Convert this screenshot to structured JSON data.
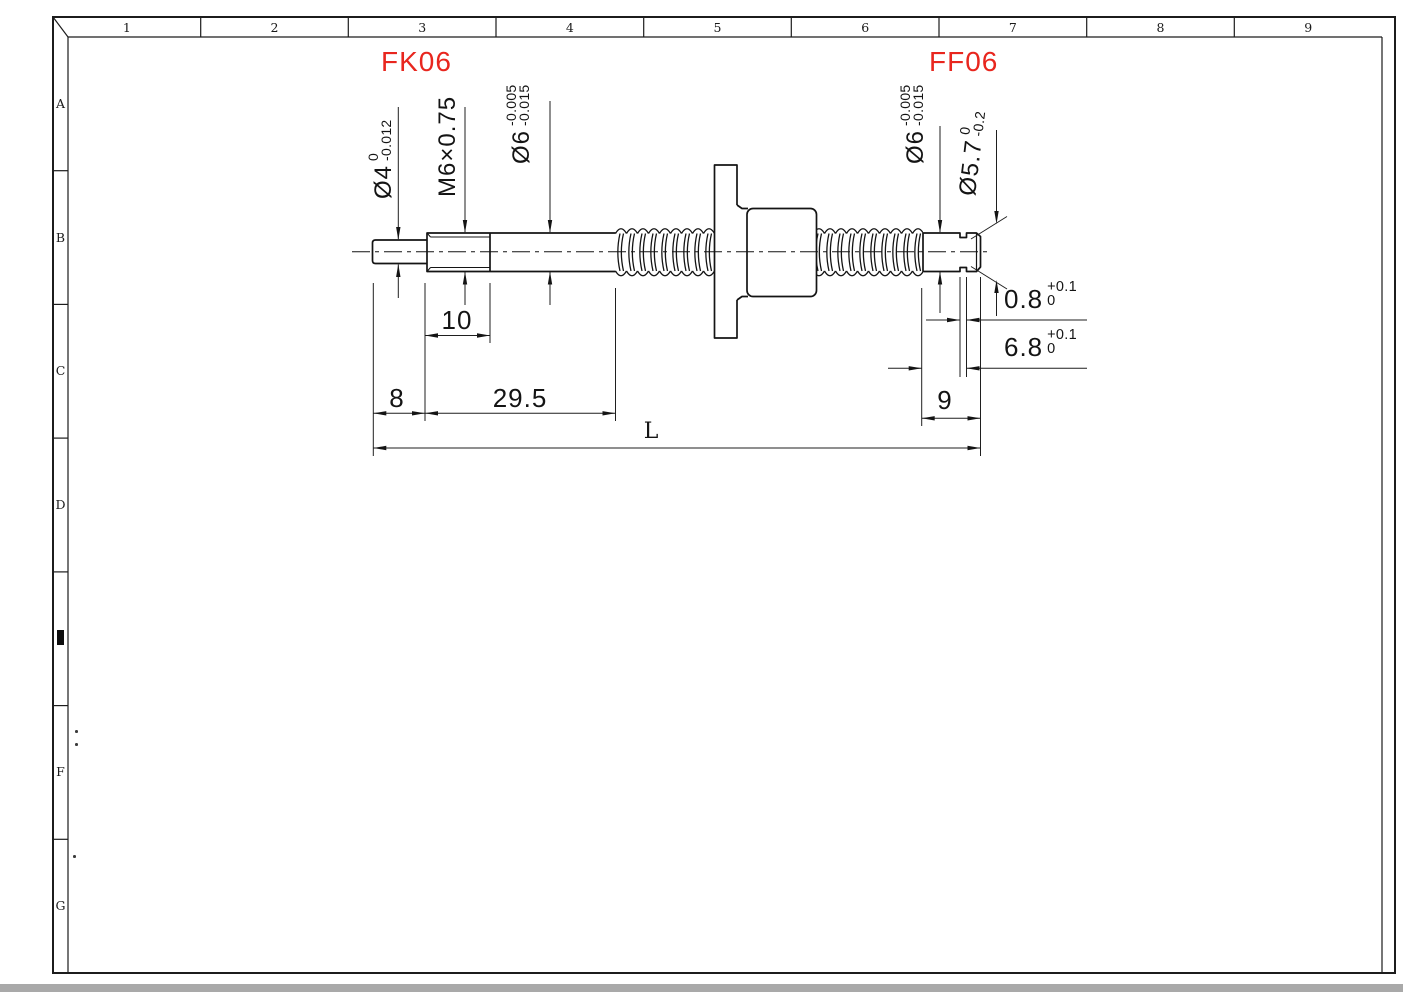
{
  "frame": {
    "columns": [
      "1",
      "2",
      "3",
      "4",
      "5",
      "6",
      "7",
      "8",
      "9"
    ],
    "rows": [
      "A",
      "B",
      "C",
      "D",
      "E",
      "F",
      "G"
    ]
  },
  "labels": {
    "left_model": "FK06",
    "right_model": "FF06"
  },
  "dims": {
    "d4": {
      "main": "Ø4",
      "up": "0",
      "low": "-0.012"
    },
    "m6": {
      "main": "M6×0.75"
    },
    "d6l": {
      "main": "Ø6",
      "up": "-0.005",
      "low": "-0.015"
    },
    "d6r": {
      "main": "Ø6",
      "up": "-0.005",
      "low": "-0.015"
    },
    "d57": {
      "main": "Ø5.7",
      "up": "0",
      "low": "-0.2"
    },
    "g08": {
      "main": "0.8",
      "up": "+0.1",
      "low": "0"
    },
    "g68": {
      "main": "6.8",
      "up": "+0.1",
      "low": "0"
    },
    "len8": "8",
    "len10": "10",
    "len295": "29.5",
    "len9": "9",
    "lenL": "L"
  },
  "colors": {
    "accent_red": "#e8261e",
    "line": "#141414",
    "bottom_bar": "#a9a9a9"
  }
}
